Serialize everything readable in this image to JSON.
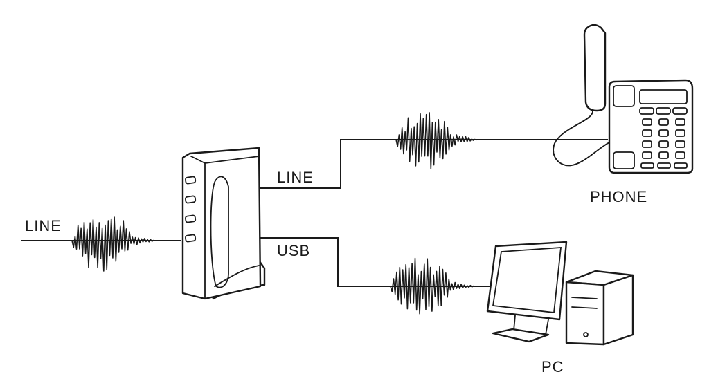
{
  "labels": {
    "line_input": "LINE",
    "line_output": "LINE",
    "usb_output": "USB",
    "phone": "PHONE",
    "pc": "PC"
  },
  "icons": {
    "device": "modem-device-icon",
    "phone": "telephone-icon",
    "pc": "desktop-computer-icon",
    "signal": "audio-waveform-icon"
  },
  "colors": {
    "line": "#1a1a1a",
    "background": "#ffffff"
  }
}
